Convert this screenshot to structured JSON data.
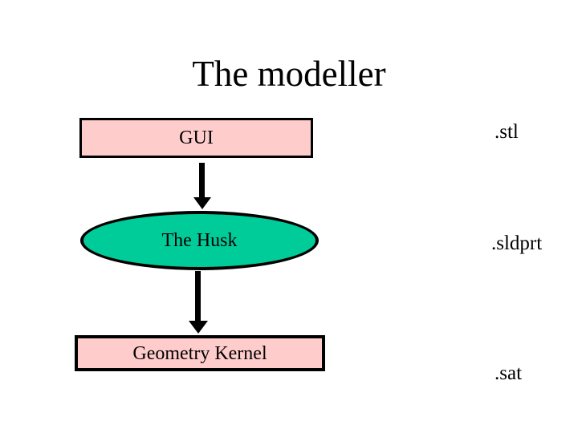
{
  "slide": {
    "title": "The modeller",
    "background": "#ffffff",
    "text_color": "#000000"
  },
  "diagram": {
    "nodes": [
      {
        "id": "gui",
        "shape": "rectangle",
        "label": "GUI",
        "fill": "#ffcccc",
        "stroke": "#000000"
      },
      {
        "id": "husk",
        "shape": "ellipse",
        "label": "The Husk",
        "fill": "#00cc99",
        "stroke": "#000000"
      },
      {
        "id": "kernel",
        "shape": "rectangle",
        "label": "Geometry Kernel",
        "fill": "#ffcccc",
        "stroke": "#000000"
      }
    ],
    "arrows": [
      {
        "from": "gui",
        "to": "husk",
        "direction": "down",
        "color": "#000000"
      },
      {
        "from": "husk",
        "to": "kernel",
        "direction": "down",
        "color": "#000000"
      }
    ],
    "file_labels": [
      {
        "text": ".stl",
        "aligned_with": "gui"
      },
      {
        "text": ".sldprt",
        "aligned_with": "husk"
      },
      {
        "text": ".sat",
        "aligned_with": "kernel"
      }
    ]
  }
}
